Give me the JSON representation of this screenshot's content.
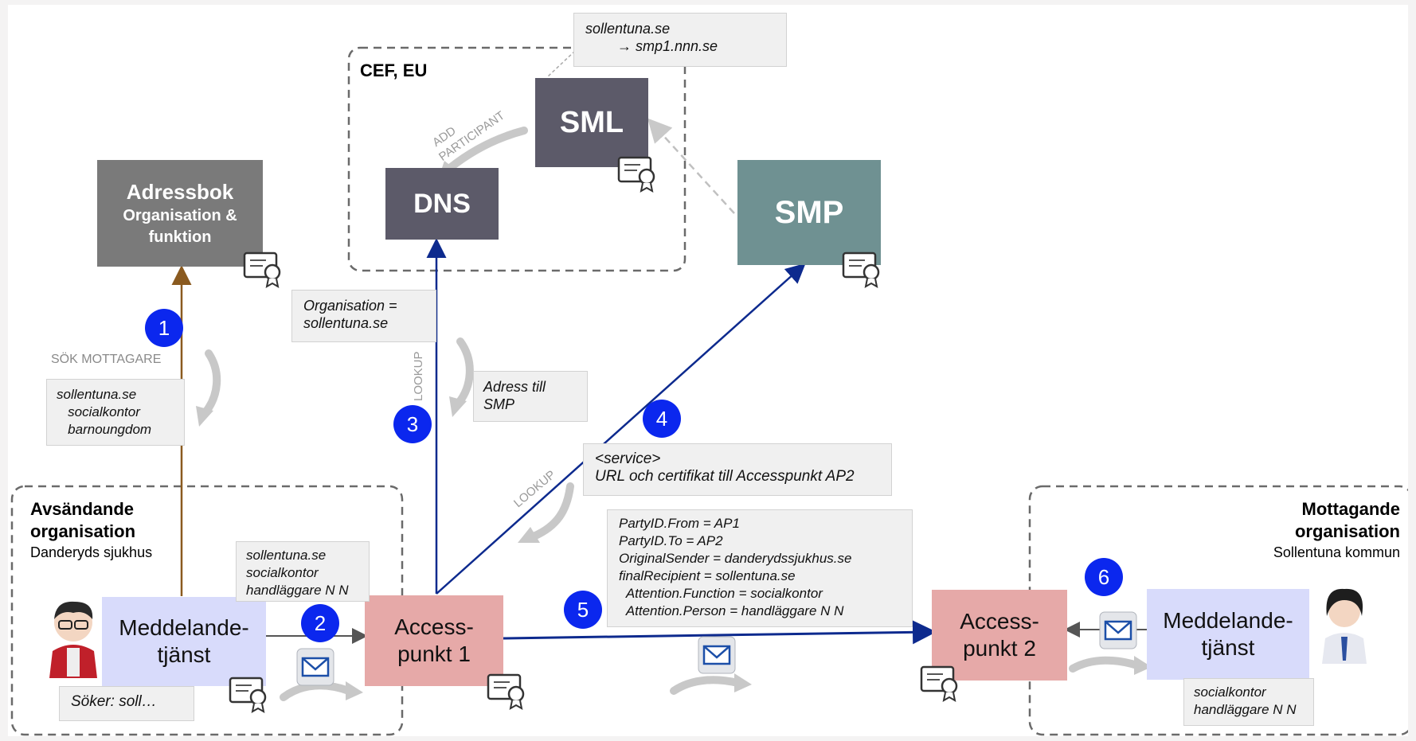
{
  "boxes": {
    "adressbok": {
      "title": "Adressbok",
      "sub": "Organisation &",
      "sub2": "funktion"
    },
    "sml": "SML",
    "dns": "DNS",
    "smp": "SMP",
    "meddelande_left": {
      "line1": "Meddelande-",
      "line2": "tjänst"
    },
    "ap1": {
      "line1": "Access-",
      "line2": "punkt 1"
    },
    "ap2": {
      "line1": "Access-",
      "line2": "punkt 2"
    },
    "meddelande_right": {
      "line1": "Meddelande-",
      "line2": "tjänst"
    }
  },
  "regions": {
    "cef": "CEF, EU",
    "sender": {
      "title1": "Avsändande",
      "title2": "organisation",
      "sub": "Danderyds sjukhus"
    },
    "receiver": {
      "title1": "Mottagande",
      "title2": "organisation",
      "sub": "Sollentuna kommun"
    }
  },
  "notes": {
    "sml_mapping": [
      "sollentuna.se",
      "        → smp1.nnn.se"
    ],
    "organisation": [
      "Organisation =",
      "sollentuna.se"
    ],
    "adress_smp": [
      "Adress till",
      "SMP"
    ],
    "search_result": [
      "sollentuna.se",
      "   socialkontor",
      "   barnoungdom"
    ],
    "service": [
      "<service>",
      "URL och certifikat till Accesspunkt AP2"
    ],
    "sender_addr": [
      "sollentuna.se",
      "socialkontor",
      "handläggare N N"
    ],
    "search_field": [
      "Söker: soll…"
    ],
    "headers": [
      "PartyID.From = AP1",
      "PartyID.To = AP2",
      "OriginalSender = danderydssjukhus.se",
      "finalRecipient = sollentuna.se",
      "  Attention.Function = socialkontor",
      "  Attention.Person = handläggare N N"
    ],
    "receiver_addr": [
      "socialkontor",
      "handläggare N N"
    ]
  },
  "labels": {
    "sok_mottagare": "SÖK MOTTAGARE",
    "lookup_dns": "LOOKUP",
    "lookup_smp": "LOOKUP",
    "add_participant_1": "ADD",
    "add_participant_2": "PARTICIPANT"
  },
  "steps": [
    "1",
    "2",
    "3",
    "4",
    "5",
    "6"
  ],
  "colors": {
    "adressbok": "#7a7a7a",
    "sml_dns": "#5c5a69",
    "smp": "#6f9192",
    "meddelande": "#d8dbfb",
    "accesspunkt": "#e6a9a8",
    "badge": "#0b27ee",
    "arrow_blue": "#0d2a8e",
    "arrow_brown": "#8a5a1f"
  },
  "icons": [
    "certificate-icon",
    "envelope-icon",
    "person-male-icon",
    "person-female-icon",
    "curved-arrow-icon"
  ]
}
